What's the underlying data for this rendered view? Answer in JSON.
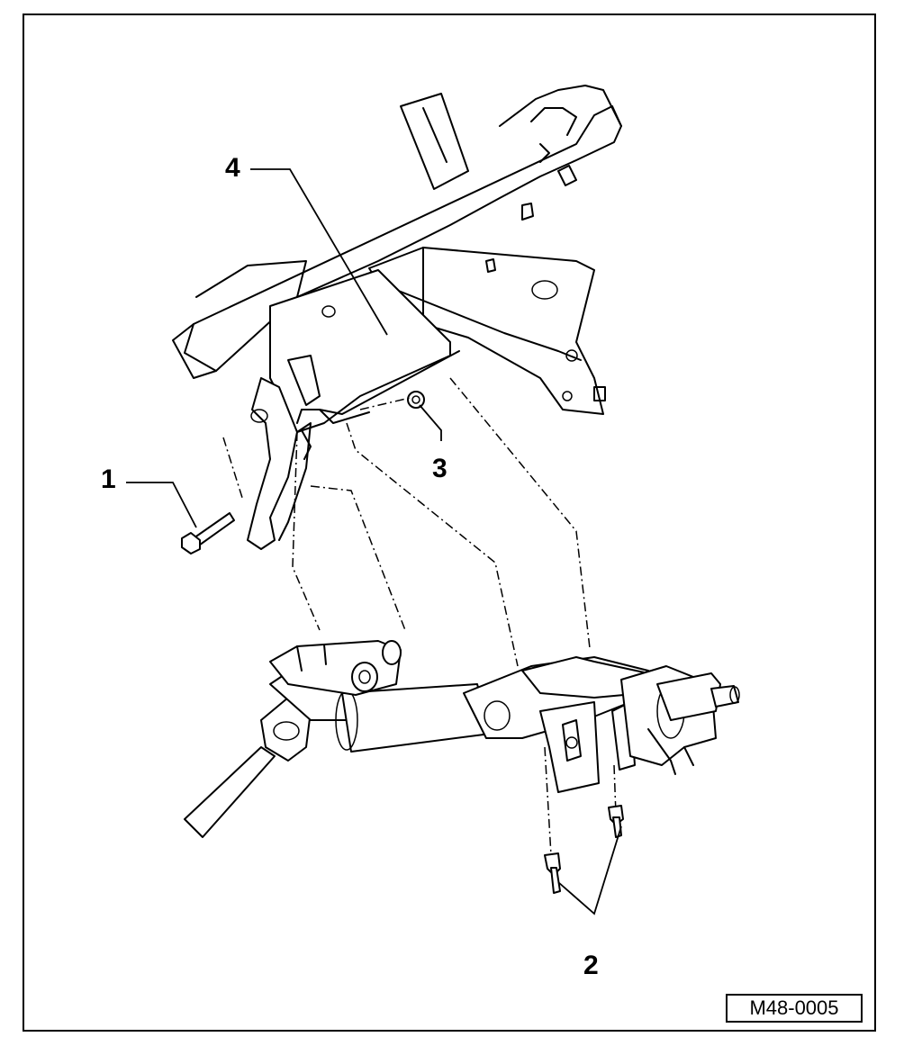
{
  "callouts": {
    "c1": "1",
    "c2": "2",
    "c3": "3",
    "c4": "4"
  },
  "figure_id": "M48-0005"
}
